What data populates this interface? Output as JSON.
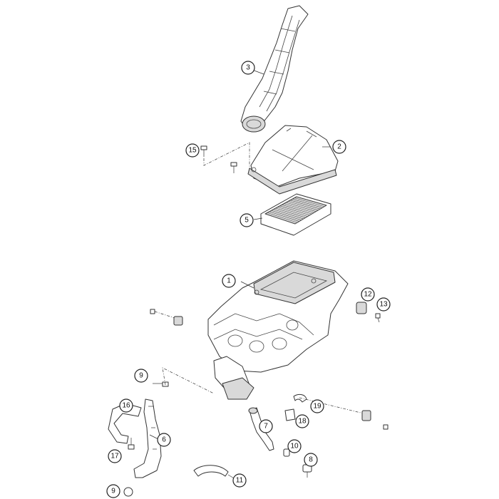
{
  "diagram": {
    "callouts": {
      "c1": "1",
      "c2": "2",
      "c3": "3",
      "c5": "5",
      "c6": "6",
      "c7": "7",
      "c8": "8",
      "c9a": "9",
      "c9b": "9",
      "c10": "10",
      "c11": "11",
      "c12": "12",
      "c13": "13",
      "c15": "15",
      "c16": "16",
      "c17": "17",
      "c18": "18",
      "c19": "19"
    }
  }
}
